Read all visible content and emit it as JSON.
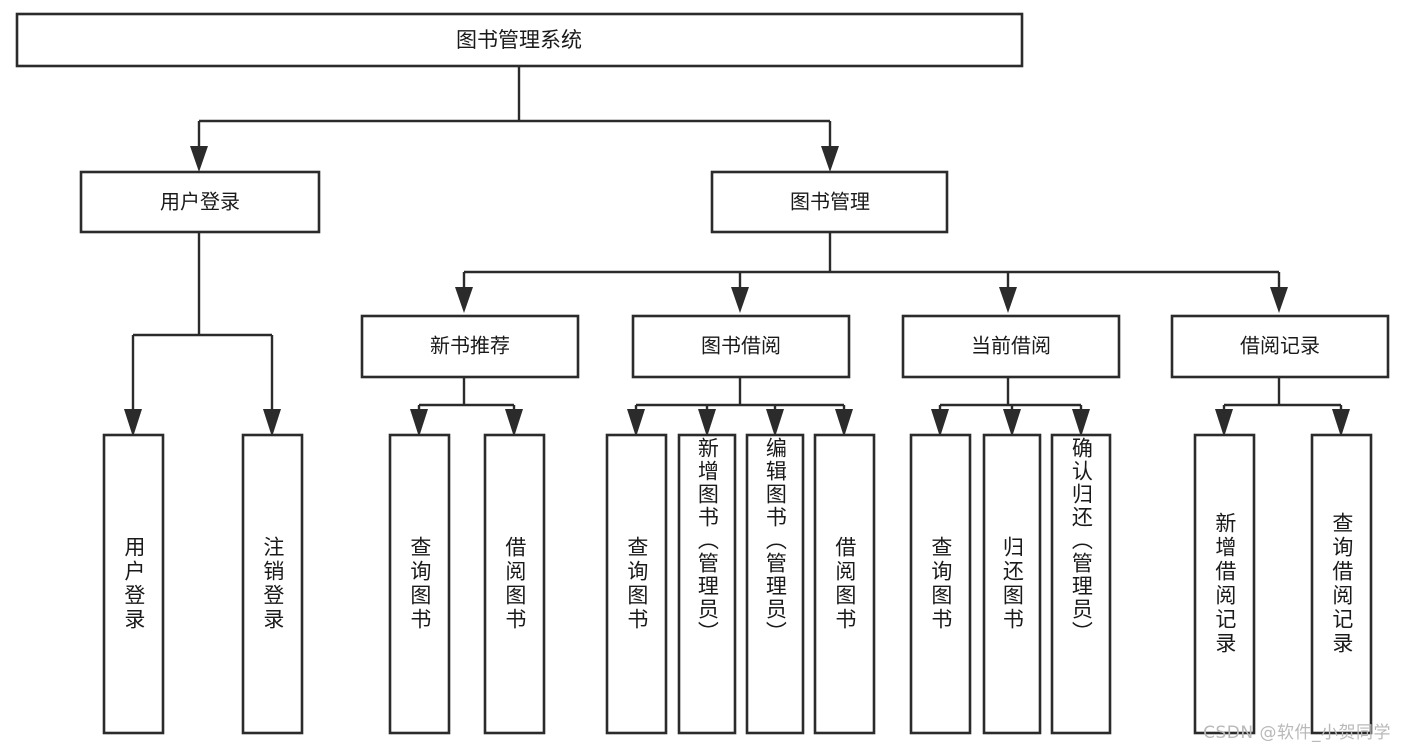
{
  "diagram": {
    "type": "tree",
    "title": "图书管理系统",
    "orientation": "top-down",
    "colors": {
      "stroke": "#2b2b2b",
      "fill": "#ffffff",
      "text": "#1a1a1a",
      "background": "#ffffff",
      "watermark": "#b9b9b9"
    }
  },
  "watermark": {
    "text": "CSDN @软件_小贺同学"
  },
  "nodes": {
    "root": {
      "label": "图书管理系统"
    },
    "level2": [
      {
        "id": "user-login",
        "label": "用户登录"
      },
      {
        "id": "book-manage",
        "label": "图书管理"
      }
    ],
    "level3": [
      {
        "id": "new-book-recommend",
        "label": "新书推荐"
      },
      {
        "id": "book-borrow",
        "label": "图书借阅"
      },
      {
        "id": "current-borrow",
        "label": "当前借阅"
      },
      {
        "id": "borrow-record",
        "label": "借阅记录"
      }
    ],
    "leaves": [
      {
        "id": "leaf-user-login",
        "label": "用户登录",
        "parent": "user-login"
      },
      {
        "id": "leaf-logout-login",
        "label": "注销登录",
        "parent": "user-login"
      },
      {
        "id": "leaf-query-book-1",
        "label": "查询图书",
        "parent": "new-book-recommend"
      },
      {
        "id": "leaf-borrow-book-1",
        "label": "借阅图书",
        "parent": "new-book-recommend"
      },
      {
        "id": "leaf-query-book-2",
        "label": "查询图书",
        "parent": "book-borrow"
      },
      {
        "id": "leaf-add-book",
        "label": "新增图书（管理员）",
        "parent": "book-borrow"
      },
      {
        "id": "leaf-edit-book",
        "label": "编辑图书（管理员）",
        "parent": "book-borrow"
      },
      {
        "id": "leaf-borrow-book-2",
        "label": "借阅图书",
        "parent": "book-borrow"
      },
      {
        "id": "leaf-query-book-3",
        "label": "查询图书",
        "parent": "current-borrow"
      },
      {
        "id": "leaf-return-book",
        "label": "归还图书",
        "parent": "current-borrow"
      },
      {
        "id": "leaf-confirm-return",
        "label": "确认归还（管理员）",
        "parent": "current-borrow"
      },
      {
        "id": "leaf-add-record",
        "label": "新增借阅记录",
        "parent": "borrow-record"
      },
      {
        "id": "leaf-query-record",
        "label": "查询借阅记录",
        "parent": "borrow-record"
      }
    ]
  }
}
